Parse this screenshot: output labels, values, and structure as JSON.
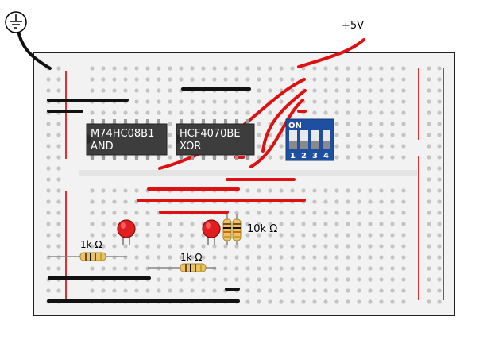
{
  "labels": {
    "supply": "+5V",
    "pulldown_resistor": "10k Ω",
    "resistor_a": "1k Ω",
    "resistor_b": "1k Ω"
  },
  "chips": [
    {
      "part": "M74HC08B1",
      "function": "AND"
    },
    {
      "part": "HCF4070BE",
      "function": "XOR"
    }
  ],
  "dip_switch": {
    "on_label": "ON",
    "positions": [
      "1",
      "2",
      "3",
      "4"
    ]
  },
  "colors": {
    "board": "#f2f2f2",
    "hole": "#c4c4c4",
    "rail_line": "#e03030",
    "red_wire": "#dd1111",
    "black_wire": "#111111",
    "chip_body": "#3d3d3d",
    "dip_body": "#1f4fa0",
    "led": "#e02020",
    "resistor_body": "#e8c36a"
  },
  "icons": [
    "ground-icon"
  ]
}
